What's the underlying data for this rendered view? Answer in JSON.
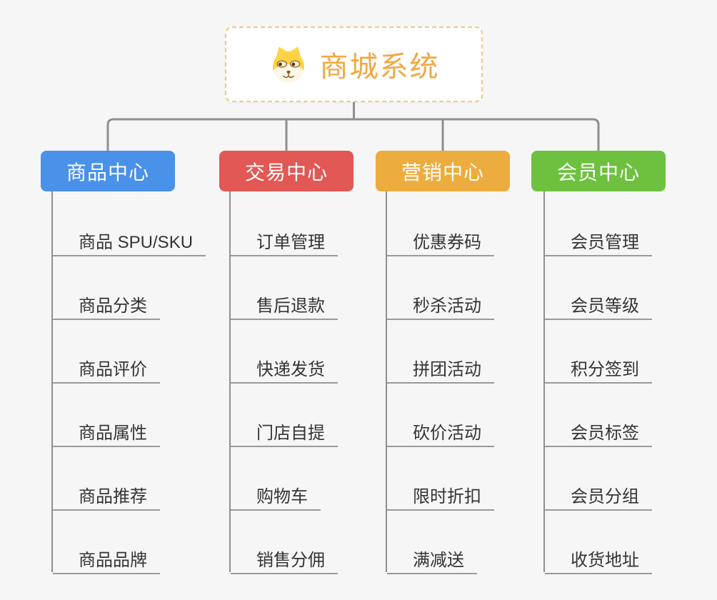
{
  "canvas": {
    "background_color": "#f6f6f6",
    "connector_color": "#8f8f8f"
  },
  "root": {
    "label": "商城系统",
    "icon": "shiba-dog-icon",
    "text_color": "#f2a841",
    "border_color": "#f5c882"
  },
  "branches": [
    {
      "label": "商品中心",
      "color": "#4a91e9",
      "items": [
        "商品 SPU/SKU",
        "商品分类",
        "商品评价",
        "商品属性",
        "商品推荐",
        "商品品牌"
      ]
    },
    {
      "label": "交易中心",
      "color": "#e25854",
      "items": [
        "订单管理",
        "售后退款",
        "快递发货",
        "门店自提",
        "购物车",
        "销售分佣"
      ]
    },
    {
      "label": "营销中心",
      "color": "#edac3e",
      "items": [
        "优惠券码",
        "秒杀活动",
        "拼团活动",
        "砍价活动",
        "限时折扣",
        "满减送"
      ]
    },
    {
      "label": "会员中心",
      "color": "#6dc13f",
      "items": [
        "会员管理",
        "会员等级",
        "积分签到",
        "会员标签",
        "会员分组",
        "收货地址"
      ]
    }
  ]
}
